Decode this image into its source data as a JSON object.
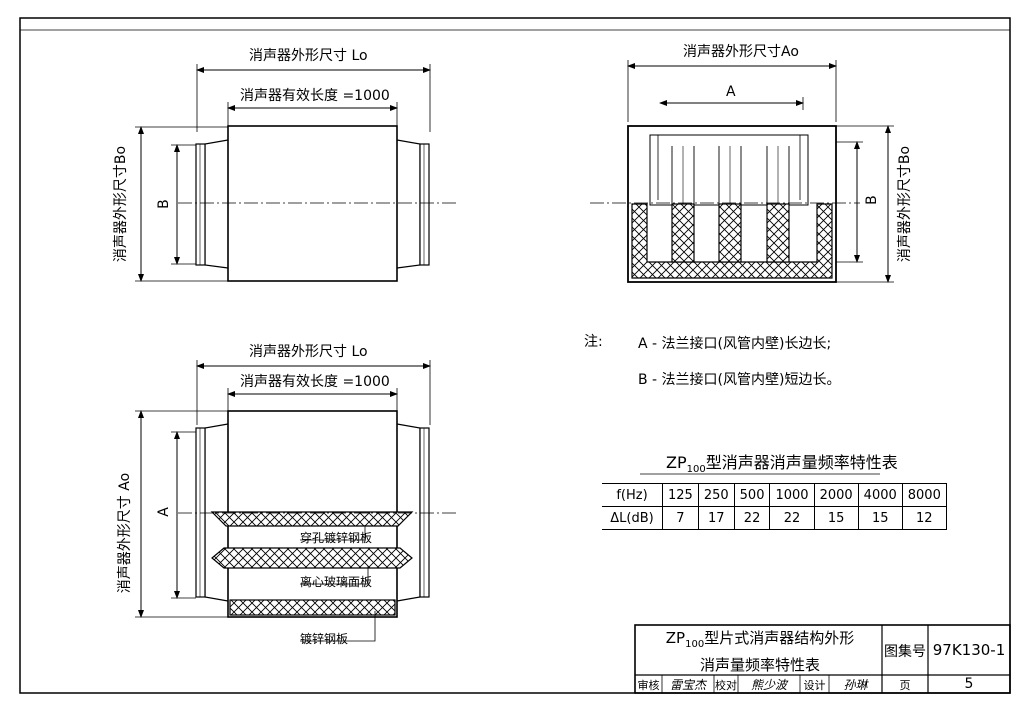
{
  "top_left": {
    "outer_length": "消声器外形尺寸 Lo",
    "effective_length": "消声器有效长度 =1000",
    "height_dim": "B",
    "outer_height": "消声器外形尺寸Bo"
  },
  "top_right": {
    "outer_width": "消声器外形尺寸Ao",
    "width_dim": "A",
    "height_dim": "B",
    "outer_height": "消声器外形尺寸Bo"
  },
  "bottom_left": {
    "outer_length": "消声器外形尺寸 Lo",
    "effective_length": "消声器有效长度 =1000",
    "width_dim": "A",
    "outer_width": "消声器外形尺寸 Ao",
    "callouts": [
      "穿孔镀锌钢板",
      "离心玻璃面板",
      "镀锌钢板"
    ]
  },
  "notes": {
    "heading": "注:",
    "a": "A - 法兰接口(风管内壁)长边长;",
    "b": "B - 法兰接口(风管内壁)短边长。"
  },
  "freq_table": {
    "title_prefix": "ZP",
    "title_sub": "100",
    "title_rest": "型消声器消声量频率特性表",
    "row1_header": "f(Hz)",
    "row2_header": "ΔL(dB)",
    "frequencies": [
      "125",
      "250",
      "500",
      "1000",
      "2000",
      "4000",
      "8000"
    ],
    "attenuation": [
      "7",
      "17",
      "22",
      "22",
      "15",
      "15",
      "12"
    ]
  },
  "title_block": {
    "title_prefix": "ZP",
    "title_sub": "100",
    "title_line1_rest": "型片式消声器结构外形",
    "title_line2": "消声量频率特性表",
    "atlas_label": "图集号",
    "atlas_no": "97K130-1",
    "review_label": "审核",
    "review_sign": "雷宝杰",
    "check_label": "校对",
    "check_sign": "熊少波",
    "design_label": "设计",
    "design_sign": "孙琳",
    "page_label": "页",
    "page_no": "5"
  }
}
